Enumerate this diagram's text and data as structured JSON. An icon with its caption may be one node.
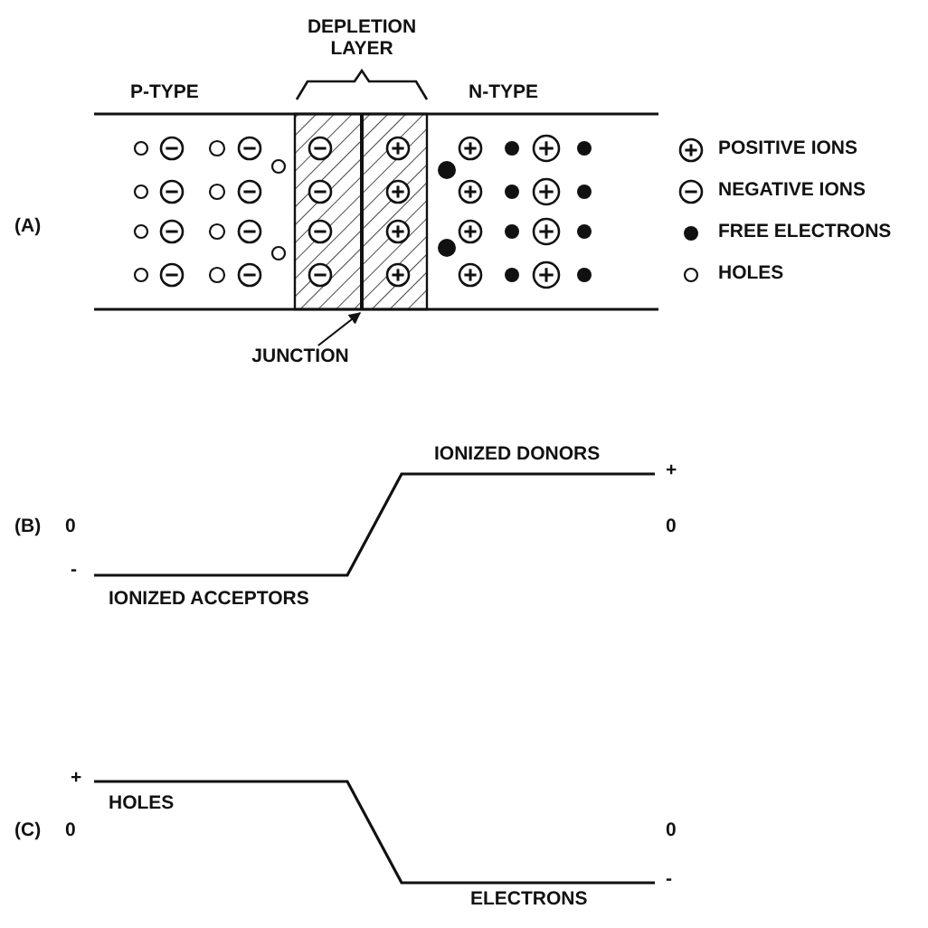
{
  "diagram": {
    "nodes": [
      {
        "text": [
          "JUNCTION"
        ]
      },
      {
        "text": [],
        "shape": "line"
      }
    ],
    "edges": [
      {
        "from": 0,
        "to": 1,
        "arrow": "to"
      }
    ],
    "labels": [
      "DEPLETION LAYER",
      "P-TYPE",
      "N-TYPE",
      "(A)",
      "IONIZED DONORS",
      "+",
      "(B)",
      "0",
      "0",
      "-",
      "IONIZED ACCEPTORS",
      "+",
      "HOLES",
      "(C)",
      "0",
      "0",
      "-",
      "ELECTRONS"
    ],
    "legend": [
      {
        "text": "POSITIVE IONS"
      },
      {
        "text": "NEGATIVE IONS"
      },
      {
        "text": "FREE ELECTRONS"
      },
      {
        "text": "HOLES"
      }
    ]
  }
}
